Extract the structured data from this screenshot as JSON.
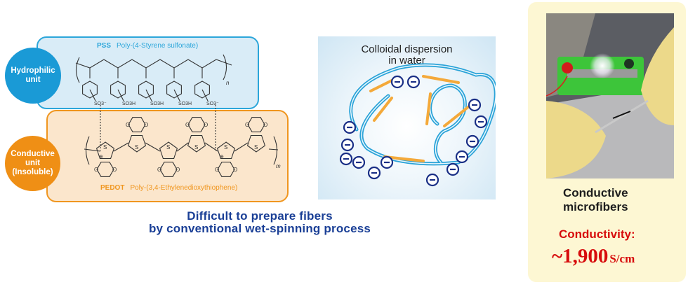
{
  "pss": {
    "abbr": "PSS",
    "name": "Poly-(4-Styrene sulfonate)",
    "unit_label_line1": "Hydrophilic",
    "unit_label_line2": "unit",
    "subscript": "n",
    "substituents": [
      "SO3⁻",
      "SO3H",
      "SO3H",
      "SO3H",
      "SO3⁻"
    ],
    "color": "#2ca6da"
  },
  "pedot": {
    "abbr": "PEDOT",
    "name": "Poly-(3,4-Ethylenedioxythiophene)",
    "unit_label_line1": "Conductive",
    "unit_label_line2": "unit",
    "unit_label_line3": "(Insoluble)",
    "subscript": "m",
    "ring_atom_S": "S",
    "ring_atom_O": "O",
    "charge": "+",
    "color": "#f0961f"
  },
  "colloid": {
    "title_line1": "Colloidal dispersion",
    "title_line2": "in water",
    "charge_symbol": "−",
    "charge_count": 14
  },
  "caption": {
    "line1": "Difficult to prepare fibers",
    "line2": "by conventional wet-spinning process",
    "color": "#1a3f96"
  },
  "result_card": {
    "title_line1": "Conductive",
    "title_line2": "microfibers",
    "conductivity_label": "Conductivity:",
    "conductivity_value": "~1,900",
    "conductivity_unit": "S/cm",
    "accent_color": "#d70c0c",
    "photo_description": "Gloved hands clipping a fiber between alligator clips; LED on green board lit"
  }
}
